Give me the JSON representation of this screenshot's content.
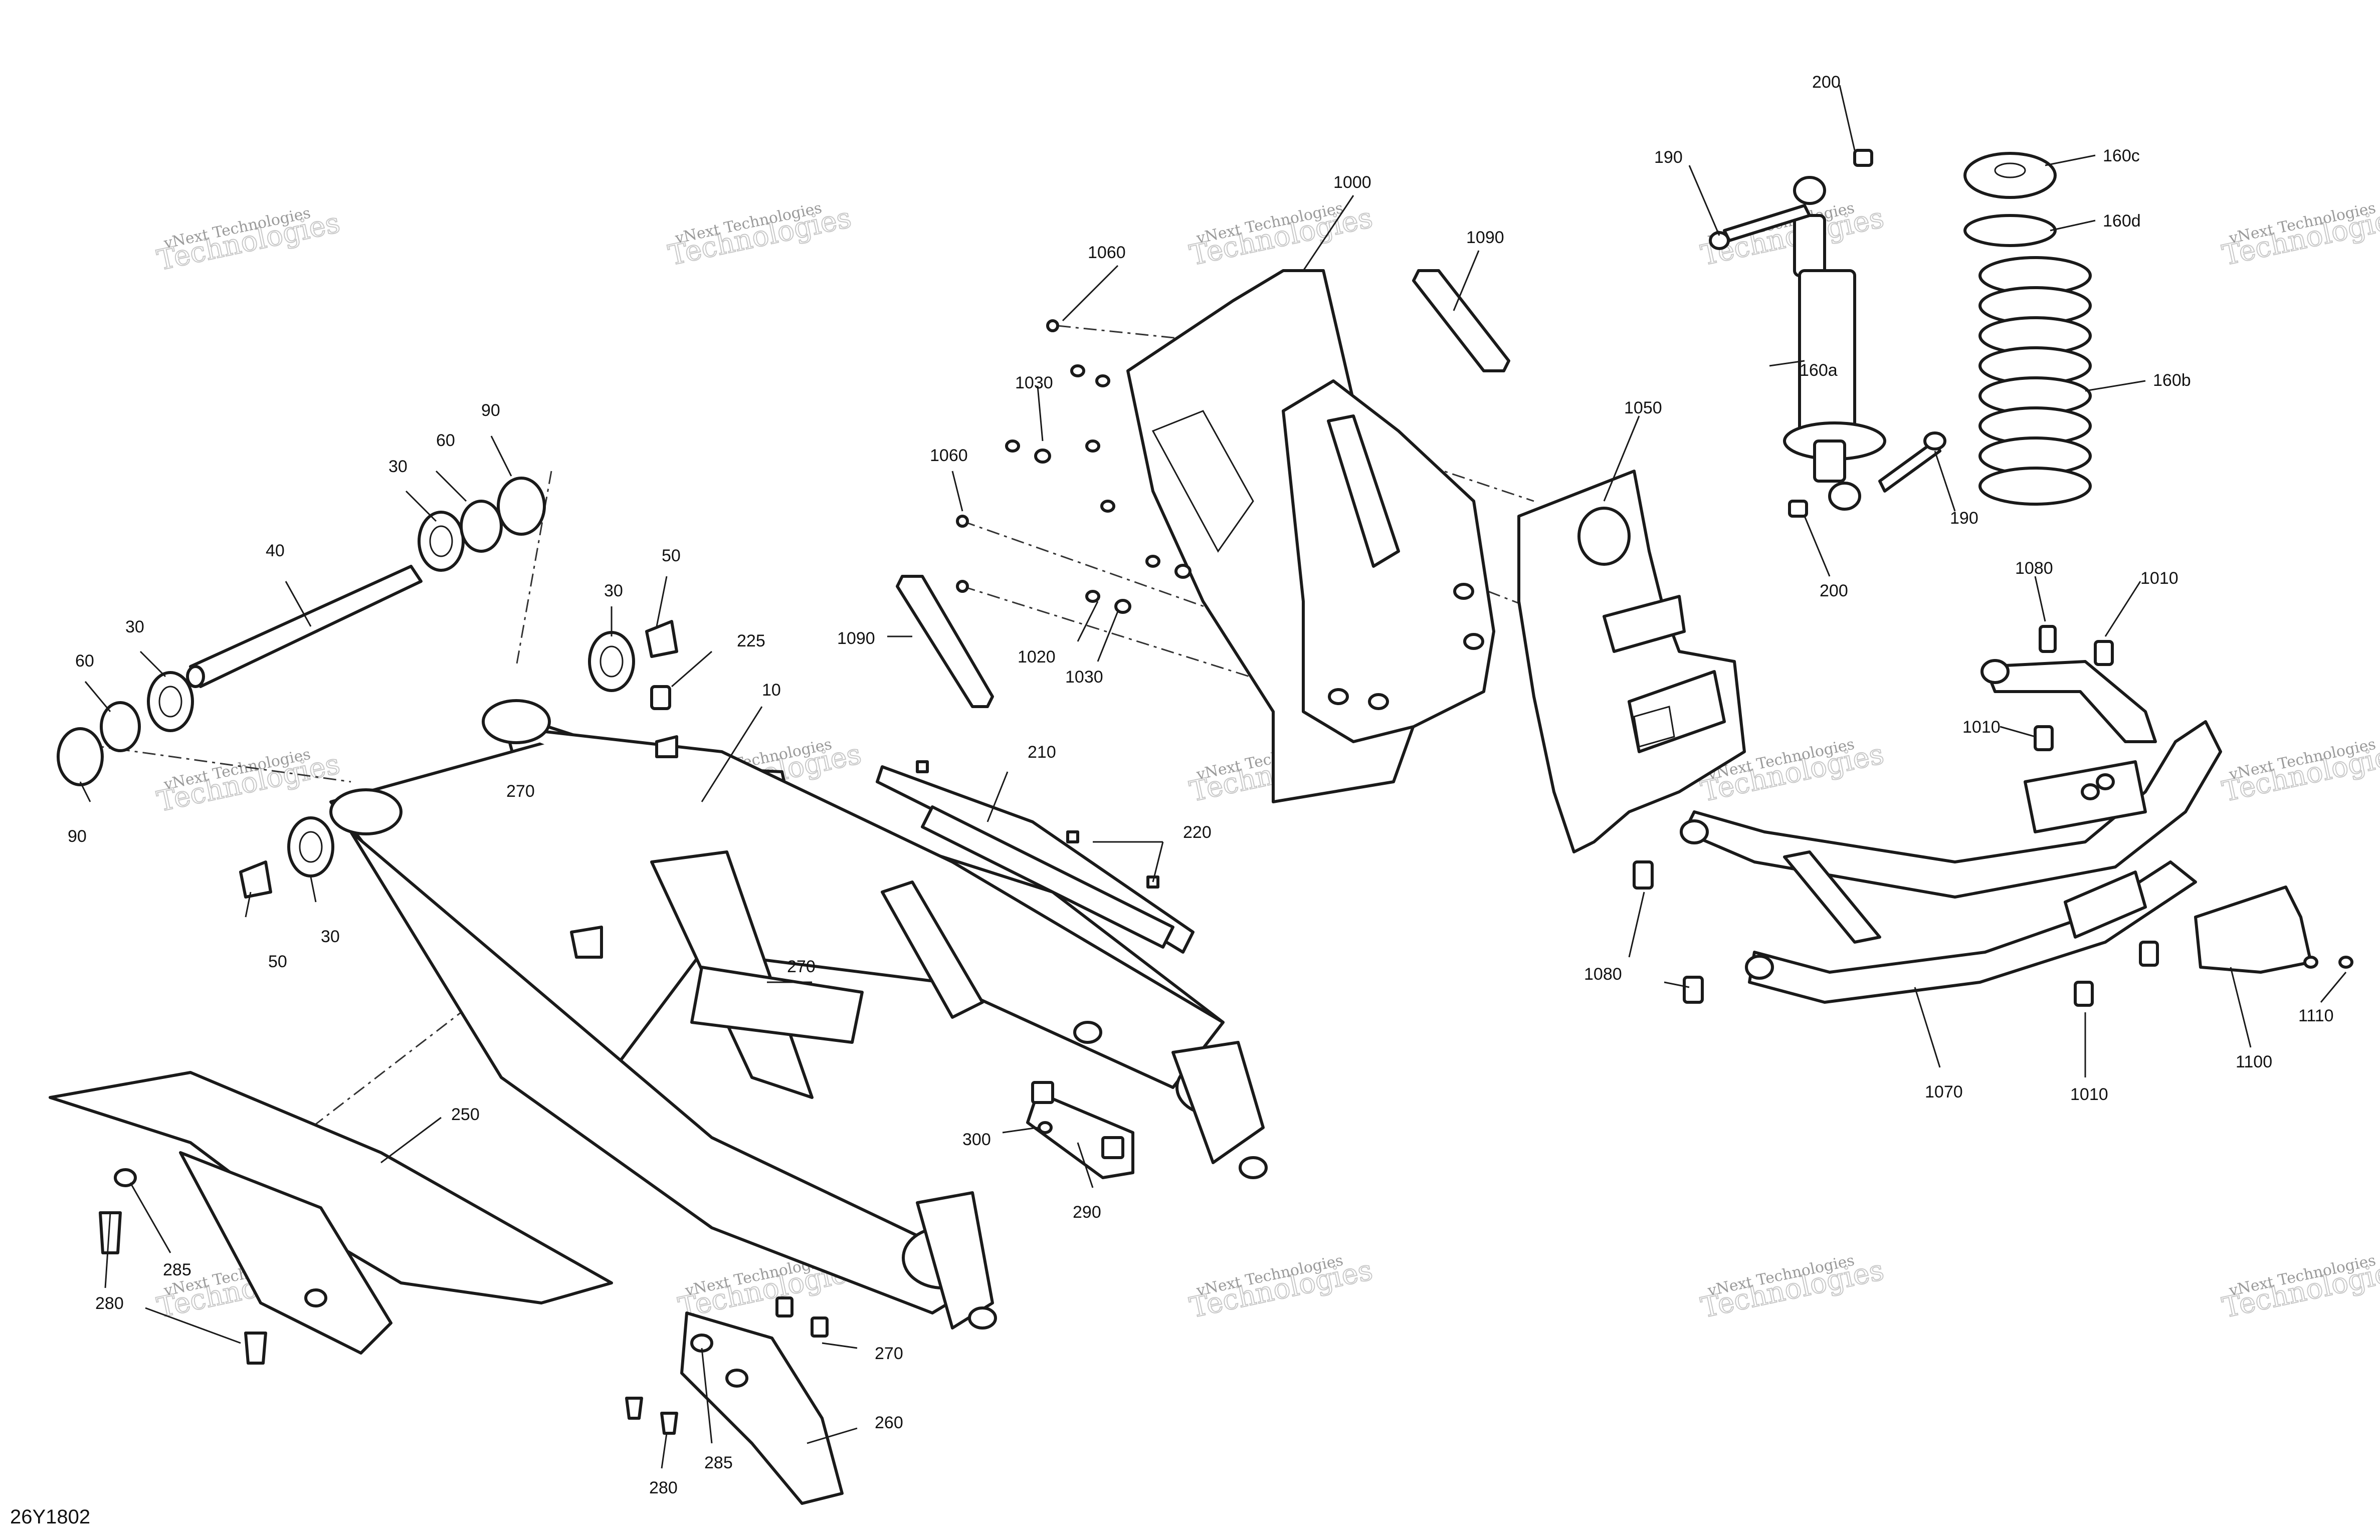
{
  "diagram_code": "26Y1802",
  "watermark": {
    "vnext": "vNext",
    "line1": "vNext Technologies",
    "line2": "Technologies"
  },
  "callouts": {
    "c10": "10",
    "c30": "30",
    "c40": "40",
    "c50": "50",
    "c60": "60",
    "c90": "90",
    "c160a": "160a",
    "c160b": "160b",
    "c160c": "160c",
    "c160d": "160d",
    "c190": "190",
    "c200": "200",
    "c210": "210",
    "c220": "220",
    "c225": "225",
    "c250": "250",
    "c260": "260",
    "c270": "270",
    "c280": "280",
    "c285": "285",
    "c290": "290",
    "c300": "300",
    "c1000": "1000",
    "c1010": "1010",
    "c1020": "1020",
    "c1030": "1030",
    "c1050": "1050",
    "c1060": "1060",
    "c1070": "1070",
    "c1080": "1080",
    "c1090": "1090",
    "c1100": "1100",
    "c1110": "1110"
  }
}
